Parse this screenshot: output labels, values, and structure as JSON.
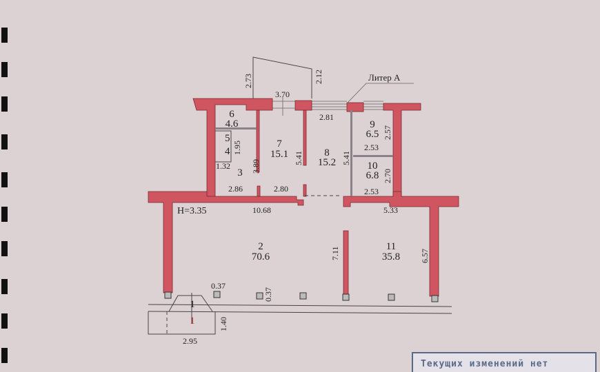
{
  "plan": {
    "title": "Литер А",
    "height_label": "H=3.35",
    "rooms": [
      {
        "number": "1",
        "area": ""
      },
      {
        "number": "2",
        "area": "70.6"
      },
      {
        "number": "3",
        "area": ""
      },
      {
        "number": "4",
        "area": ""
      },
      {
        "number": "5",
        "area": ""
      },
      {
        "number": "6",
        "area": "4.6"
      },
      {
        "number": "7",
        "area": "15.1"
      },
      {
        "number": "8",
        "area": "15.2"
      },
      {
        "number": "9",
        "area": "6.5"
      },
      {
        "number": "10",
        "area": "6.8"
      },
      {
        "number": "11",
        "area": "35.8"
      }
    ],
    "dimensions": {
      "balcony_left": "2.73",
      "balcony_right": "2.12",
      "window_370": "3.70",
      "d281": "2.81",
      "d257": "2.57",
      "d253a": "2.53",
      "d253b": "2.53",
      "d270": "2.70",
      "d541a": "5.41",
      "d541b": "5.41",
      "d195": "1.95",
      "d132": "1.32",
      "d389": "3.89",
      "d286": "2.86",
      "d280": "2.80",
      "d1068": "10.68",
      "d533": "5.33",
      "d711": "7.11",
      "d657": "6.57",
      "d037a": "0.37",
      "d037b": "0.37",
      "d140": "1.40",
      "d295": "2.95"
    },
    "porch_marker": "1"
  },
  "stamp": {
    "text": "Текущих изменений нет"
  },
  "colors": {
    "wall": "#cf5560",
    "paper": "#dcd2d4",
    "stamp": "#5a6a86"
  }
}
